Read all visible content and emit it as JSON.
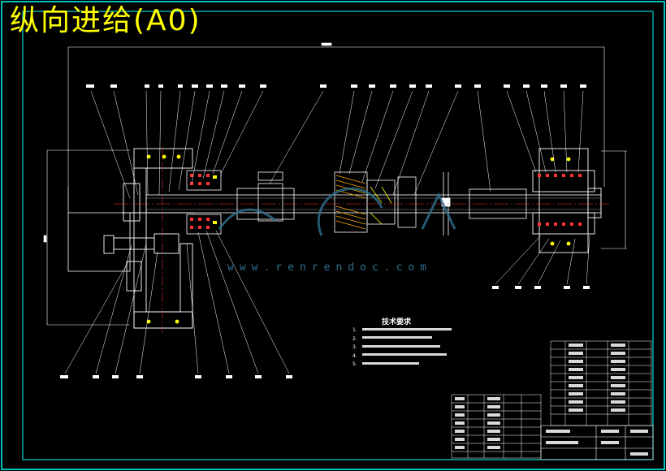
{
  "title": "纵向进给(A0)",
  "watermark": "www.renrendoc.com",
  "tech_requirements": {
    "heading": "技术要求",
    "items": [
      "1.",
      "2.",
      "3.",
      "4.",
      "5."
    ]
  },
  "colors": {
    "background": "#000000",
    "frame": "#00ffff",
    "title": "#ffff00",
    "part": "#ffffff",
    "leader": "#ffffff",
    "centerline": "#ff3333",
    "accent": "#00c8ff"
  }
}
